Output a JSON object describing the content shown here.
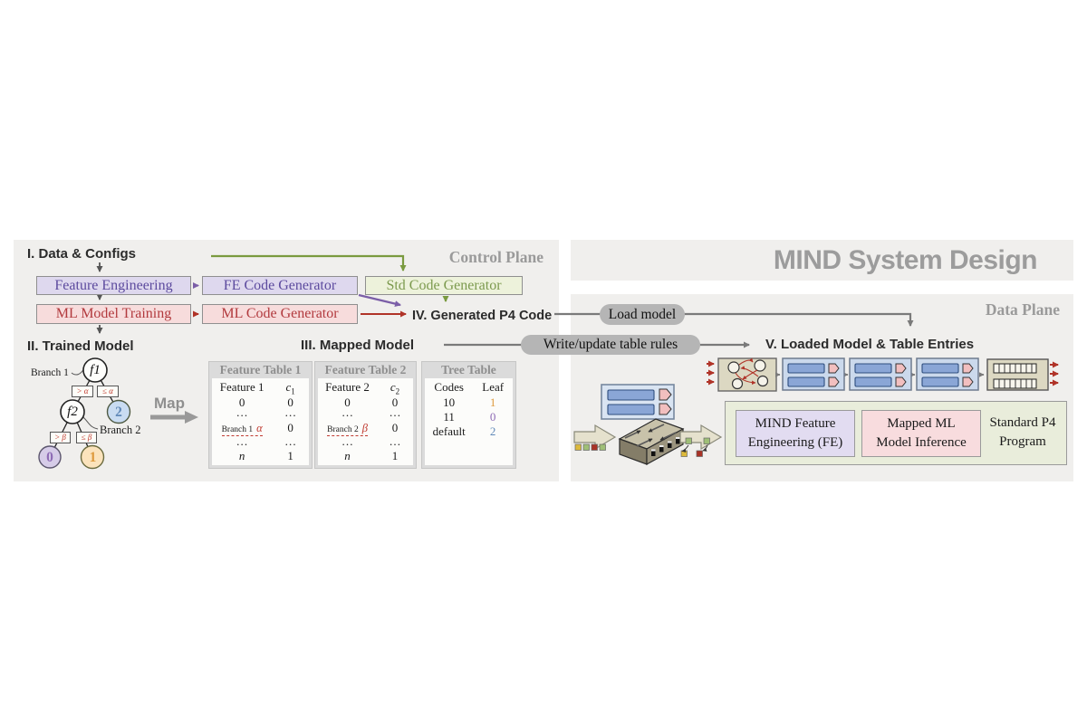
{
  "title": "MIND System Design",
  "control_plane": {
    "label": "Control Plane",
    "step1_heading": "I. Data & Configs",
    "feature_engineering": "Feature Engineering",
    "fe_code_generator": "FE Code Generator",
    "std_code_generator": "Std Code Generator",
    "ml_model_training": "ML Model Training",
    "ml_code_generator": "ML Code Generator",
    "step4_heading": "IV. Generated P4 Code",
    "step2_heading": "II. Trained Model",
    "step3_heading": "III. Mapped Model",
    "map_label": "Map"
  },
  "tree": {
    "root_label": "f1",
    "internal_label": "f2",
    "leaf_0": "0",
    "leaf_1": "1",
    "leaf_2": "2",
    "branch1_label": "Branch 1",
    "branch2_label": "Branch 2",
    "edge_gt_alpha": "> α",
    "edge_le_alpha": "≤ α",
    "edge_gt_beta": "> β",
    "edge_le_beta": "≤ β"
  },
  "tables": {
    "feature_table_1": {
      "title": "Feature Table 1",
      "col1": "Feature 1",
      "col2_base": "c",
      "col2_sub": "1",
      "row1": [
        "0",
        "0"
      ],
      "dots": "…",
      "branch_label": "Branch 1",
      "branch_symbol": "α",
      "branch_value": "0",
      "last_row": [
        "n",
        "1"
      ]
    },
    "feature_table_2": {
      "title": "Feature Table 2",
      "col1": "Feature 2",
      "col2_base": "c",
      "col2_sub": "2",
      "row1": [
        "0",
        "0"
      ],
      "dots": "…",
      "branch_label": "Branch 2",
      "branch_symbol": "β",
      "branch_value": "0",
      "last_row": [
        "n",
        "1"
      ]
    },
    "tree_table": {
      "title": "Tree Table",
      "col1": "Codes",
      "col2": "Leaf",
      "rows": [
        [
          "10",
          "1"
        ],
        [
          "11",
          "0"
        ],
        [
          "default",
          "2"
        ]
      ]
    }
  },
  "data_plane": {
    "label": "Data Plane",
    "load_model_pill": "Load model",
    "write_update_pill": "Write/update table rules",
    "step5_heading": "V. Loaded Model & Table Entries",
    "mind_fe": [
      "MIND Feature",
      "Engineering (FE)"
    ],
    "mapped_ml": [
      "Mapped ML",
      "Model Inference"
    ],
    "standard_p4": [
      "Standard P4",
      "Program"
    ]
  },
  "icons": {
    "map_arrow": "thick-right-arrow",
    "switch": "network-switch-3d-icon",
    "parser": "parser-state-graph-icon",
    "pipeline_stage": "match-action-stage-icon",
    "queue": "packet-queue-icon",
    "traffic_in_out": "big-hollow-arrow-icon",
    "packets": "colored-packet-squares"
  },
  "colors": {
    "panel_bg": "#F0EFED",
    "purple_text": "#5C4A9E",
    "purple_fill": "#DED8EE",
    "red_text": "#B23A3E",
    "red_fill": "#F7DCDC",
    "green_text": "#7C9A4E",
    "green_fill": "#EDF2DB",
    "gray_label": "#9A9A9A",
    "pill_gray": "#B5B5B5",
    "alpha_beta_red": "#C03A30",
    "leaf0_purple": "#8E6BB5",
    "leaf1_orange": "#DE9A3C",
    "leaf2_blue": "#6089B8",
    "packet_yellow": "#DCB93B",
    "packet_green": "#9FBF77",
    "packet_red": "#A93226",
    "stage_blue": "#8AA6D6",
    "stage_bg": "#CBD9EC",
    "tan_box": "#DCD8C2"
  }
}
